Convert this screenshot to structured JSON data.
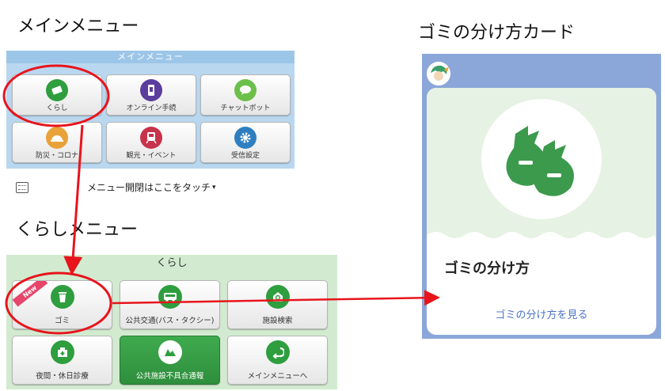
{
  "headings": {
    "main_menu": "メインメニュー",
    "kurashi_menu": "くらしメニュー",
    "card": "ゴミの分け方カード"
  },
  "main_menu": {
    "bar_title": "メインメニュー",
    "tiles": [
      {
        "label": "くらし",
        "icon": "book-icon",
        "color": "#2e9e3e"
      },
      {
        "label": "オンライン手続",
        "icon": "smartphone-icon",
        "color": "#5a3d9c"
      },
      {
        "label": "チャットボット",
        "icon": "chat-bubble-icon",
        "color": "#6cc04a"
      },
      {
        "label": "防災・コロナ",
        "icon": "helmet-icon",
        "color": "#e9a23a"
      },
      {
        "label": "観光・イベント",
        "icon": "train-icon",
        "color": "#c7334a"
      },
      {
        "label": "受信設定",
        "icon": "gear-icon",
        "color": "#2f7fc0"
      }
    ]
  },
  "toggle": {
    "label": "メニュー開閉はここをタッチ",
    "icon": "keyboard-icon"
  },
  "kurashi_menu": {
    "bar_title": "くらし",
    "new_badge": "New",
    "tiles": [
      {
        "label": "ゴミ",
        "icon": "trash-icon",
        "color": "#2e9e3e"
      },
      {
        "label": "公共交通(バス・タクシー)",
        "icon": "bus-icon",
        "color": "#2e9e3e"
      },
      {
        "label": "施設検索",
        "icon": "building-search-icon",
        "color": "#2e9e3e"
      },
      {
        "label": "夜間・休日診療",
        "icon": "hospital-icon",
        "color": "#2e9e3e"
      },
      {
        "label": "公共施設不具合通報",
        "icon": "report-icon",
        "color": "#2e9e3e"
      },
      {
        "label": "メインメニューへ",
        "icon": "return-arrow-icon",
        "color": "#2e9e3e"
      }
    ]
  },
  "card": {
    "title": "ゴミの分け方",
    "link": "ゴミの分け方を見る",
    "icon": "garbage-bags-icon"
  },
  "colors": {
    "annotation": "#e8141c",
    "card_frame": "#8ba6d9",
    "green": "#2e9e3e"
  }
}
